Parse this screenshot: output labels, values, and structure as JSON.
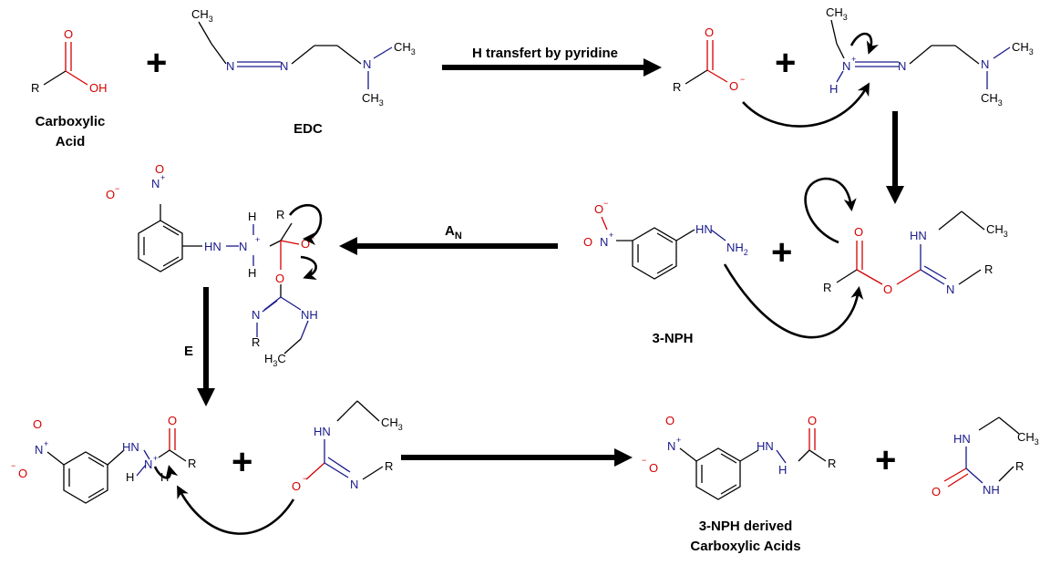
{
  "labels": {
    "carboxylic_1": "Carboxylic",
    "carboxylic_2": "Acid",
    "edc": "EDC",
    "h_transfer": "H transfert by pyridine",
    "an_main": "A",
    "an_sub": "N",
    "e_step": "E",
    "npha": "3-NPH",
    "product_1": "3-NPH derived",
    "product_2": "Carboxylic Acids"
  },
  "symbols": {
    "plus": "+"
  },
  "atoms": {
    "R": "R",
    "O": "O",
    "OH": "OH",
    "N": "N",
    "H": "H",
    "HN": "HN",
    "NH": "NH",
    "NH2": "NH",
    "CH": "CH",
    "H3C": "H",
    "minus": "−",
    "plus_charge": "+",
    "sub2": "2",
    "sub3": "3"
  }
}
